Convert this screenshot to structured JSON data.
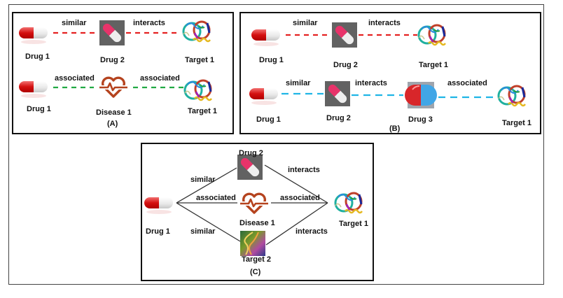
{
  "colors": {
    "red_line": "#e52222",
    "green_line": "#22aa44",
    "cyan_line": "#1fb5e6",
    "solid_line": "#333333",
    "heart": "#b5431e"
  },
  "panels": {
    "A": {
      "caption": "(A)",
      "row1": {
        "nodes": [
          "Drug 1",
          "Drug 2",
          "Target 1"
        ],
        "edges": [
          "similar",
          "interacts"
        ]
      },
      "row2": {
        "nodes": [
          "Drug 1",
          "Disease 1",
          "Target 1"
        ],
        "edges": [
          "associated",
          "associated"
        ]
      }
    },
    "B": {
      "caption": "(B)",
      "row1": {
        "nodes": [
          "Drug 1",
          "Drug 2",
          "Target 1"
        ],
        "edges": [
          "similar",
          "interacts"
        ]
      },
      "row2": {
        "nodes": [
          "Drug 1",
          "Drug 2",
          "Drug 3",
          "Target 1"
        ],
        "edges": [
          "similar",
          "interacts",
          "associated"
        ]
      }
    },
    "C": {
      "caption": "(C)",
      "nodes": {
        "source": "Drug 1",
        "top": "Drug 2",
        "middle": "Disease 1",
        "bottom": "Target 2",
        "sink": "Target 1"
      },
      "edges": {
        "src_top": "similar",
        "src_mid": "associated",
        "src_bot": "similar",
        "top_sink": "interacts",
        "mid_sink": "associated",
        "bot_sink": "interacts"
      }
    }
  }
}
